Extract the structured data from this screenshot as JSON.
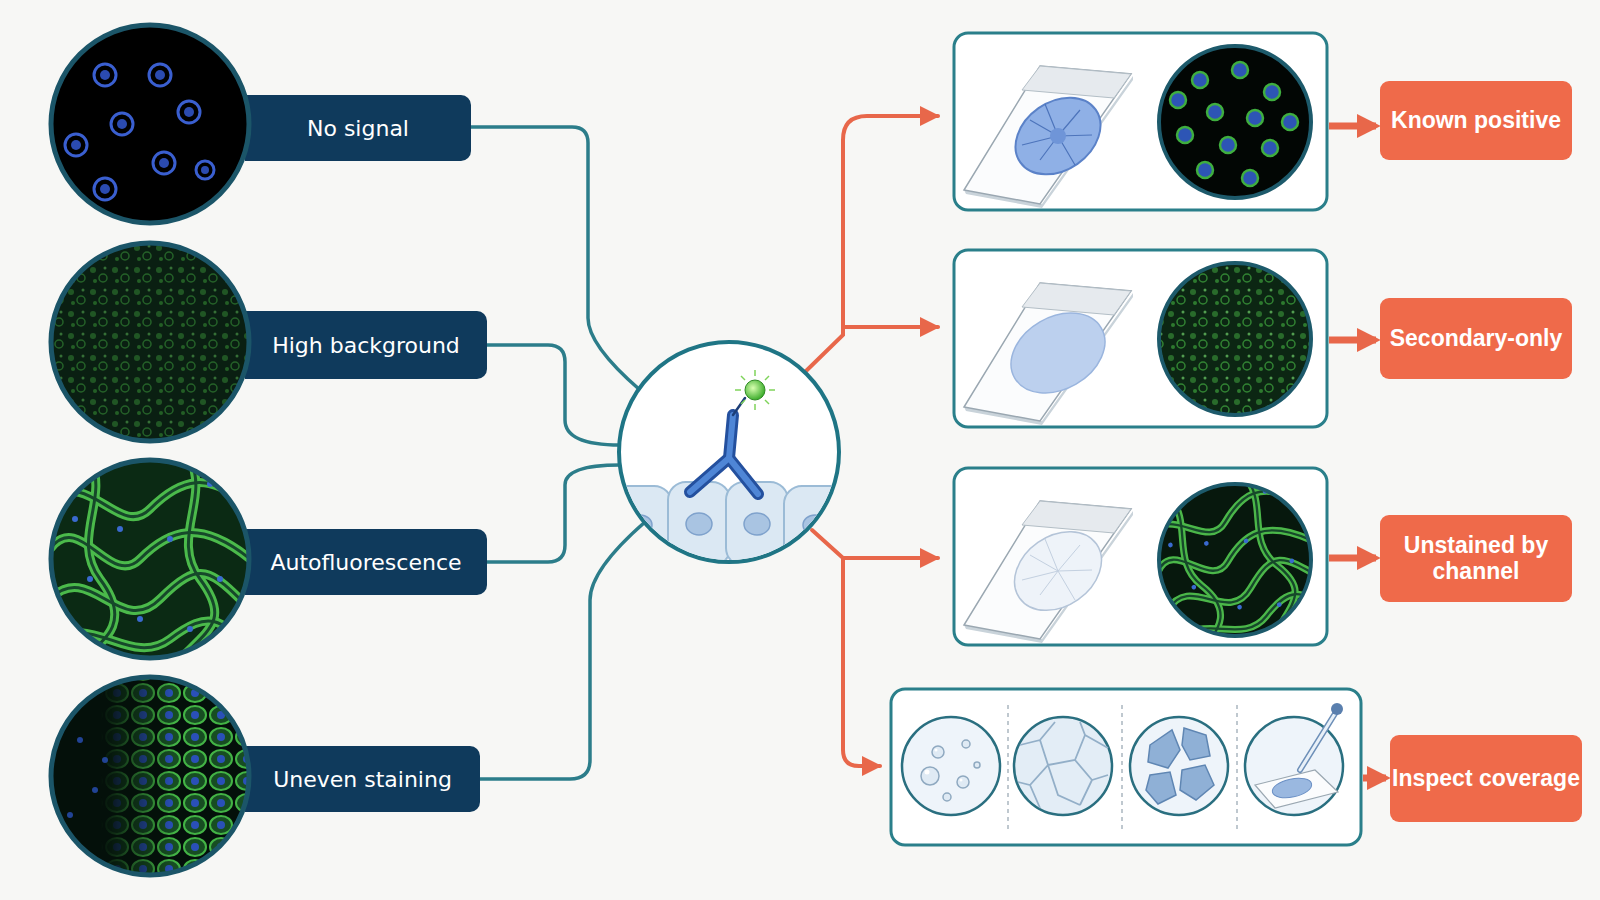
{
  "diagram": {
    "nodes": [
      {
        "text": [
          "No signal"
        ]
      },
      {
        "text": [
          "High background"
        ]
      },
      {
        "text": [
          "Autofluorescence"
        ]
      },
      {
        "text": [
          "Uneven staining"
        ]
      },
      {
        "text": [
          "Known positive"
        ]
      },
      {
        "text": [
          "Secondary-only"
        ]
      },
      {
        "text": [
          "Unstained by channel"
        ]
      },
      {
        "text": [
          "Inspect coverage"
        ]
      }
    ]
  }
}
